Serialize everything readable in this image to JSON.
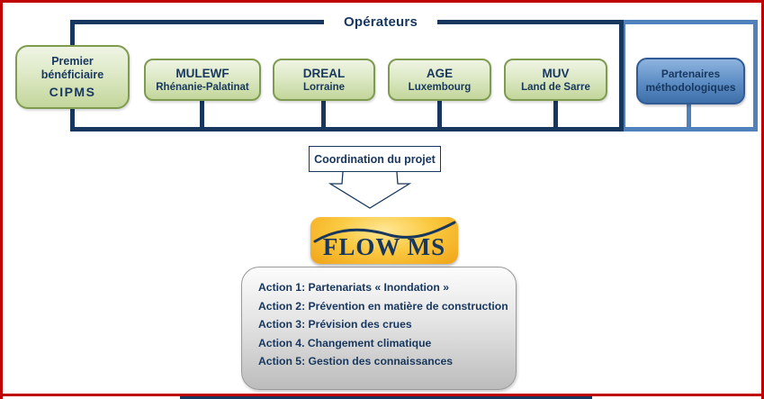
{
  "operators_group": {
    "label": "Opérateurs",
    "boxes": [
      {
        "lines": [
          "Premier",
          "bénéficiaire"
        ],
        "name": "CIPMS"
      },
      {
        "name": "MULEWF",
        "region": "Rhénanie-Palatinat"
      },
      {
        "name": "DREAL",
        "region": "Lorraine"
      },
      {
        "name": "AGE",
        "region": "Luxembourg"
      },
      {
        "name": "MUV",
        "region": "Land de Sarre"
      }
    ]
  },
  "partners_box": {
    "line1": "Partenaires",
    "line2": "méthodologiques"
  },
  "coordination": {
    "label": "Coordination du projet"
  },
  "project": {
    "logo_text": "FLOW MS"
  },
  "actions": {
    "items": [
      "Action 1: Partenariats « Inondation  »",
      "Action 2: Prévention en matière de construction",
      "Action 3: Prévision des crues",
      "Action 4. Changement climatique",
      "Action 5: Gestion des connaissances"
    ]
  },
  "colors": {
    "navy": "#17375E",
    "red_border": "#C00000",
    "green_fill_top": "#EFF4E4",
    "green_fill_bottom": "#C3D69B",
    "green_border": "#7E9B50",
    "blue_fill_top": "#8FB4DE",
    "blue_fill_bottom": "#3E6FA8",
    "blue_border": "#2F5B96",
    "light_blue_bracket": "#4F81BD",
    "gold_top": "#FFE796",
    "gold_bottom": "#F0A317",
    "gray_box_bottom": "#BCBCBC"
  }
}
